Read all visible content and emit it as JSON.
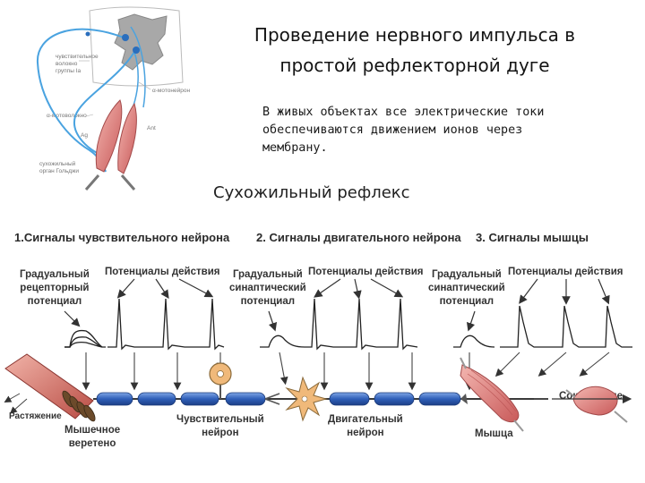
{
  "title": {
    "line1": "Проведение нервного импульса в",
    "line2": "простой рефлекторной дуге"
  },
  "paragraph": {
    "line1": "В живых объектах все электрические токи",
    "line2": "обеспечиваются движением ионов через",
    "line3": "мембрану."
  },
  "subtitle": "Сухожильный рефлекс",
  "section_headers": {
    "s1": "1.Сигналы чувствительного нейрона",
    "s2": "2. Сигналы двигательного нейрона",
    "s3": "3. Сигналы мышцы"
  },
  "signal_labels": {
    "graded_receptor_1": "Градуальный",
    "graded_receptor_2": "рецепторный",
    "graded_receptor_3": "потенциал",
    "action_1": "Потенциалы действия",
    "graded_syn_1": "Градуальный",
    "graded_syn_2": "синаптический",
    "graded_syn_3": "потенциал",
    "action_2": "Потенциалы действия",
    "graded_syn2_1": "Градуальный",
    "graded_syn2_2": "синаптический",
    "graded_syn2_3": "потенциал",
    "action_3": "Потенциалы действия"
  },
  "diagram_labels": {
    "stretch": "Растяжение",
    "spindle_1": "Мышечное",
    "spindle_2": "веретено",
    "sensory_1": "Чувствительный",
    "sensory_2": "нейрон",
    "motor_1": "Двигательный",
    "motor_2": "нейрон",
    "muscle": "Мышца",
    "contraction": "Сокращение"
  },
  "small_diagram_labels": {
    "a1": "чувствительное",
    "a2": "волокно",
    "a3": "группы Ia",
    "b": "α-мотонейрон",
    "c": "α-мотоволокно",
    "d1": "сухожильный",
    "d2": "орган Гольджи",
    "e": "Ag",
    "f": "Ant"
  },
  "colors": {
    "axon_blue": "#3f6fc0",
    "muscle_red": "#d96b6b",
    "soma_orange": "#f0b97a",
    "nerve_line_blue": "#4aa3e0",
    "spinal_gray": "#a8a8a8"
  }
}
